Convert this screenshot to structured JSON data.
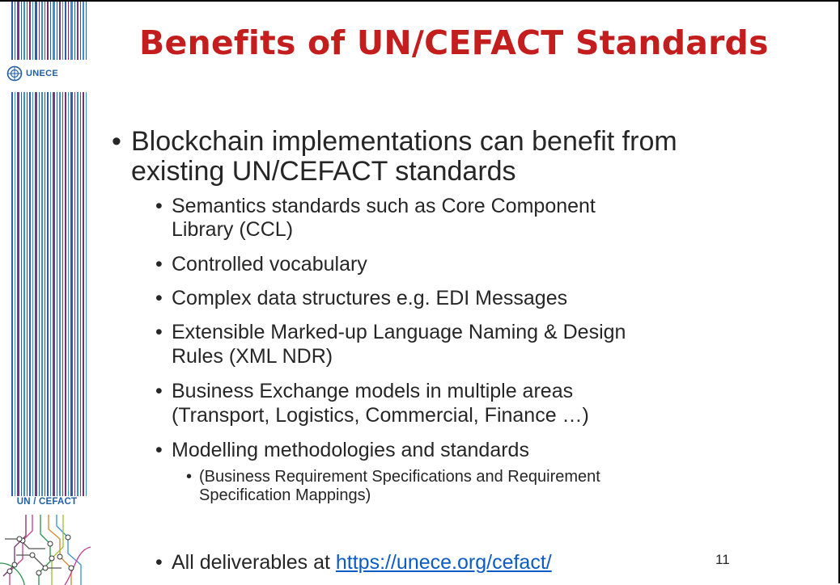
{
  "branding": {
    "unece_text": "UNECE",
    "cefact_label": "UN / CEFACT"
  },
  "slide": {
    "title": "Benefits of UN/CEFACT Standards",
    "bullet_1": {
      "line_1": "Blockchain implementations can benefit from",
      "line_2": "existing UN/CEFACT standards"
    },
    "sub_bullets": [
      {
        "line_1": "Semantics standards such as Core Component",
        "line_2": "Library (CCL)"
      },
      {
        "line_1": "Controlled vocabulary"
      },
      {
        "line_1": "Complex data structures e.g. EDI Messages"
      },
      {
        "line_1": "Extensible Marked-up Language Naming & Design",
        "line_2": "Rules (XML NDR)"
      },
      {
        "line_1": "Business Exchange models in multiple areas",
        "line_2": "(Transport, Logistics, Commercial, Finance …)"
      },
      {
        "line_1": "Modelling methodologies and standards"
      }
    ],
    "sub_sub_bullet": {
      "line_1": "(Business Requirement Specifications and Requirement",
      "line_2": "Specification Mappings)"
    },
    "last_bullet": {
      "prefix": "All deliverables at ",
      "link_text": "https://unece.org/cefact/"
    },
    "page_number": "11"
  },
  "colors": {
    "title": "#c41d1d",
    "body_text": "#262626",
    "link": "#0b5cc7",
    "brand_blue": "#1f5fa8"
  }
}
